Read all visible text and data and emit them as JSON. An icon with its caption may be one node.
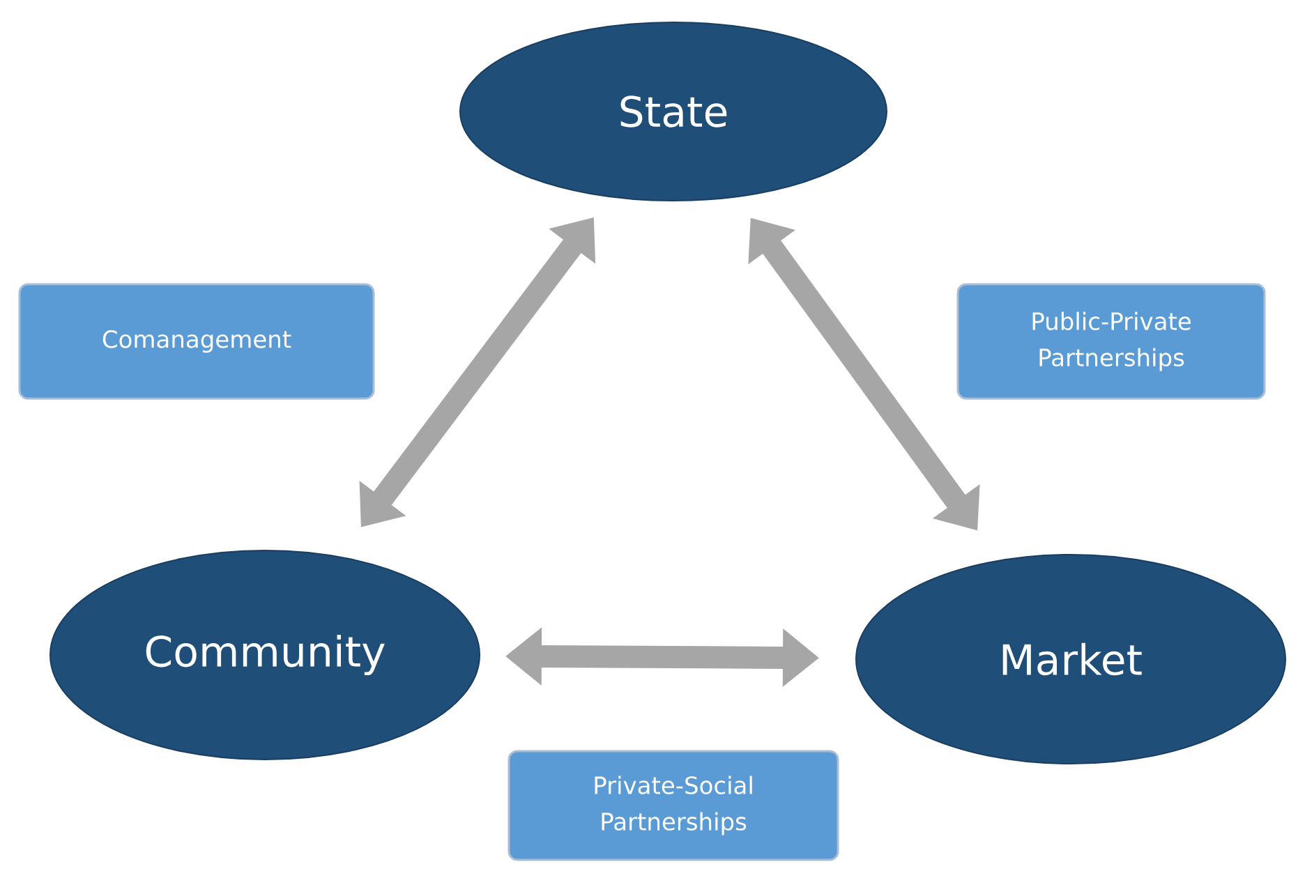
{
  "diagram": {
    "nodes": [
      {
        "text": [
          "State"
        ]
      },
      {
        "text": [
          "Community"
        ]
      },
      {
        "text": [
          "Market"
        ]
      },
      {
        "text": [
          "Comanagement"
        ]
      },
      {
        "text": [
          "Public-Private Partnerships"
        ]
      },
      {
        "text": [
          "Private-Social Partnerships"
        ]
      }
    ],
    "edges": [
      {
        "from": 0,
        "to": 1,
        "arrow": "both"
      },
      {
        "from": 0,
        "to": 2,
        "arrow": "both"
      },
      {
        "from": 1,
        "to": 2,
        "arrow": "both"
      }
    ]
  }
}
